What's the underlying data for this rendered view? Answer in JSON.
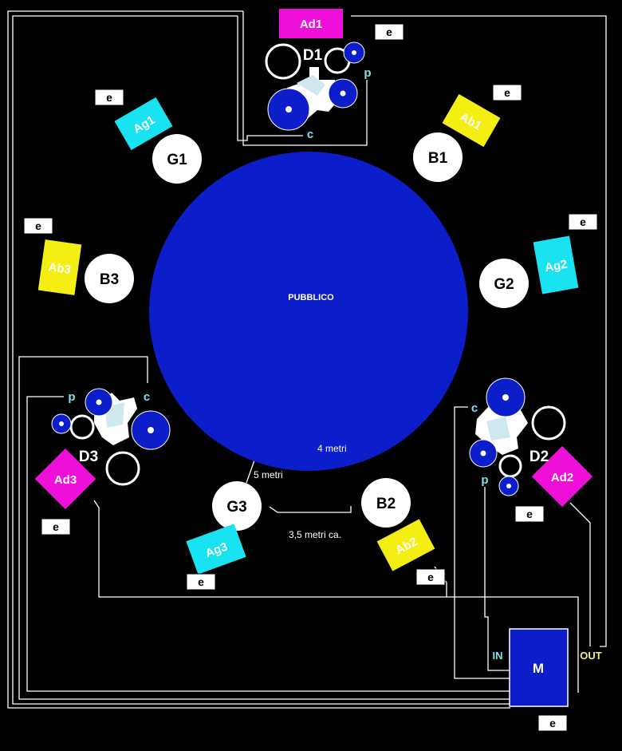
{
  "center": {
    "label": "PUBBLICO",
    "color": "#0b1ec9"
  },
  "distances": {
    "radius_a": "5 metri",
    "radius_b": "4 metri",
    "pair": "3,5 metri ca."
  },
  "speakers": {
    "G1": "G1",
    "B1": "B1",
    "B3": "B3",
    "G2": "G2",
    "G3": "G3",
    "B2": "B2"
  },
  "amps": {
    "Ad1": "Ad1",
    "Ag1": "Ag1",
    "Ab1": "Ab1",
    "Ab3": "Ab3",
    "Ag2": "Ag2",
    "Ad3": "Ad3",
    "Ad2": "Ad2",
    "Ag3": "Ag3",
    "Ab2": "Ab2"
  },
  "drums": {
    "D1": "D1",
    "D2": "D2",
    "D3": "D3"
  },
  "letters": {
    "p": "p",
    "c": "c"
  },
  "mixer": {
    "label": "M",
    "in": "IN",
    "out": "OUT"
  },
  "e_label": "e",
  "colors": {
    "magenta": "#ee10d8",
    "cyan": "#19e3f0",
    "yellow": "#f5ee13",
    "blue": "#0b1ec9",
    "white": "#ffffff",
    "out_text": "#f0f080",
    "letter": "#7fe0ee"
  }
}
